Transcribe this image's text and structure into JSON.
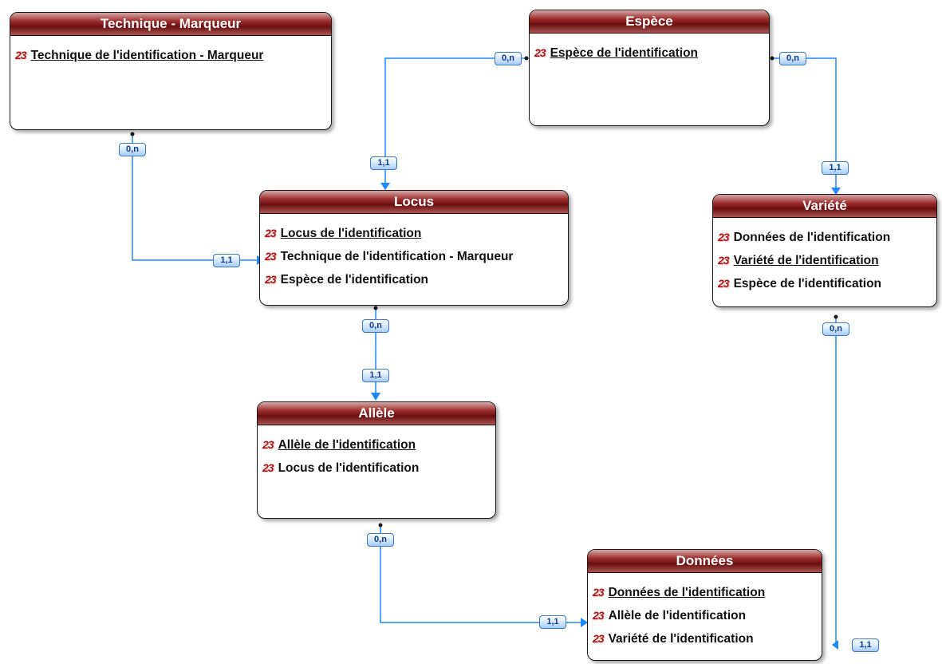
{
  "tables": {
    "technique": {
      "title": "Technique - Marqueur",
      "fields": [
        "Technique de l'identification - Marqueur"
      ]
    },
    "espece": {
      "title": "Espèce",
      "fields": [
        "Espèce de l'identification"
      ]
    },
    "locus": {
      "title": "Locus",
      "fields": [
        "Locus de l'identification",
        "Technique de l'identification - Marqueur",
        "Espèce de l'identification"
      ]
    },
    "variete": {
      "title": "Variété",
      "fields": [
        "Données de l'identification",
        "Variété de l'identification",
        "Espèce de l'identification"
      ]
    },
    "allele": {
      "title": "Allèle",
      "fields": [
        "Allèle de l'identification",
        "Locus de l'identification"
      ]
    },
    "donnees": {
      "title": "Données",
      "fields": [
        "Données de l'identification",
        "Allèle de l'identification",
        "Variété de l'identification"
      ]
    }
  },
  "field_icon_text": "23",
  "cardinalities": {
    "technique_locus_source": "0,n",
    "technique_locus_target": "1,1",
    "espece_locus_source": "0,n",
    "espece_locus_target": "1,1",
    "espece_variete_source": "0,n",
    "espece_variete_target": "1,1",
    "locus_allele_source": "0,n",
    "locus_allele_target": "1,1",
    "allele_donnees_source": "0,n",
    "allele_donnees_target": "1,1",
    "variete_donnees_source": "0,n",
    "variete_donnees_target": "1,1"
  },
  "colors": {
    "link": "#1e88ff",
    "header_dark": "#6a0f10",
    "header_light": "#d7a8a8",
    "key_icon": "#b01818"
  }
}
